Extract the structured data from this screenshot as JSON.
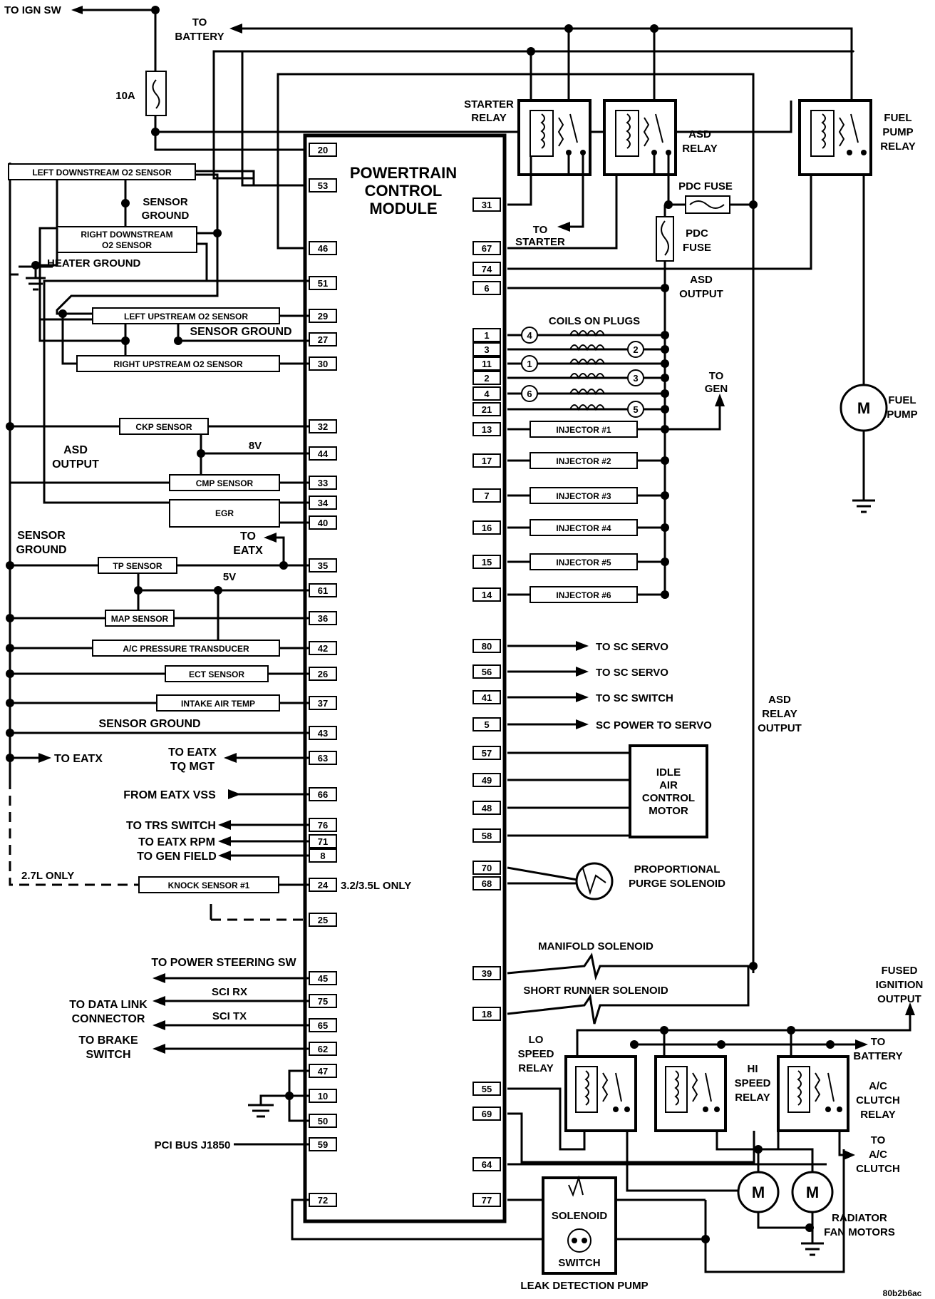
{
  "module": {
    "title_lines": [
      "POWERTRAIN",
      "CONTROL",
      "MODULE"
    ]
  },
  "top": {
    "to_ign_sw": "TO IGN SW",
    "to_battery_lines": [
      "TO",
      "BATTERY"
    ],
    "fuse_10a": "10A",
    "starter_relay_lines": [
      "STARTER",
      "RELAY"
    ],
    "asd_relay_lines": [
      "ASD",
      "RELAY"
    ],
    "fuel_pump_relay_lines": [
      "FUEL",
      "PUMP",
      "RELAY"
    ],
    "pdc_fuse_1": "PDC FUSE",
    "pdc_fuse_2_lines": [
      "PDC",
      "FUSE"
    ],
    "to_starter_lines": [
      "TO",
      "STARTER"
    ],
    "asd_output_lines": [
      "ASD",
      "OUTPUT"
    ],
    "fuel_pump_lines": [
      "FUEL",
      "PUMP"
    ],
    "motor_symbol": "M"
  },
  "left_labels": {
    "left_downstream_o2": "LEFT DOWNSTREAM O2 SENSOR",
    "sensor_ground_lines": [
      "SENSOR",
      "GROUND"
    ],
    "right_downstream_o2_lines": [
      "RIGHT DOWNSTREAM",
      "O2 SENSOR"
    ],
    "heater_ground": "HEATER GROUND",
    "left_upstream_o2": "LEFT UPSTREAM O2 SENSOR",
    "sensor_ground": "SENSOR GROUND",
    "right_upstream_o2": "RIGHT UPSTREAM O2 SENSOR",
    "ckp_sensor": "CKP SENSOR",
    "asd_output_lines": [
      "ASD",
      "OUTPUT"
    ],
    "v8": "8V",
    "cmp_sensor": "CMP SENSOR",
    "egr": "EGR",
    "sensor_ground_2_lines": [
      "SENSOR",
      "GROUND"
    ],
    "to_eatx_lines": [
      "TO",
      "EATX"
    ],
    "tp_sensor": "TP SENSOR",
    "v5": "5V",
    "map_sensor": "MAP SENSOR",
    "ac_pressure": "A/C PRESSURE TRANSDUCER",
    "ect_sensor": "ECT SENSOR",
    "intake_air_temp": "INTAKE AIR TEMP",
    "sensor_ground_3": "SENSOR GROUND",
    "to_eatx": "TO EATX",
    "to_eatx_tq_lines": [
      "TO EATX",
      "TQ MGT"
    ],
    "from_eatx_vss": "FROM EATX VSS",
    "to_trs_switch": "TO TRS SWITCH",
    "to_eatx_rpm": "TO EATX RPM",
    "to_gen_field": "TO GEN FIELD",
    "only_27l": "2.7L ONLY",
    "knock_sensor": "KNOCK SENSOR #1",
    "only_32_35l": "3.2/3.5L ONLY",
    "to_power_steering": "TO POWER STEERING SW",
    "sci_rx": "SCI RX",
    "to_data_link_lines": [
      "TO DATA LINK",
      "CONNECTOR"
    ],
    "sci_tx": "SCI TX",
    "to_brake_lines": [
      "TO BRAKE",
      "SWITCH"
    ],
    "pci_bus": "PCI BUS J1850"
  },
  "right_labels": {
    "coils_on_plugs": "COILS ON PLUGS",
    "coil_numbers_left": [
      "4",
      "1",
      "6"
    ],
    "coil_numbers_right": [
      "2",
      "3",
      "5"
    ],
    "to_gen_lines": [
      "TO",
      "GEN"
    ],
    "injectors": [
      "INJECTOR #1",
      "INJECTOR #2",
      "INJECTOR #3",
      "INJECTOR #4",
      "INJECTOR #5",
      "INJECTOR #6"
    ],
    "to_sc_servo_1": "TO SC SERVO",
    "to_sc_servo_2": "TO SC SERVO",
    "to_sc_switch": "TO SC SWITCH",
    "sc_power_to_servo": "SC POWER TO SERVO",
    "asd_relay_output_lines": [
      "ASD",
      "RELAY",
      "OUTPUT"
    ],
    "idle_air_lines": [
      "IDLE",
      "AIR",
      "CONTROL",
      "MOTOR"
    ],
    "purge_lines": [
      "PROPORTIONAL",
      "PURGE SOLENOID"
    ],
    "manifold_solenoid": "MANIFOLD SOLENOID",
    "short_runner_solenoid": "SHORT RUNNER SOLENOID",
    "fused_ignition_lines": [
      "FUSED",
      "IGNITION",
      "OUTPUT"
    ],
    "lo_speed_relay_lines": [
      "LO",
      "SPEED",
      "RELAY"
    ],
    "hi_speed_relay_lines": [
      "HI",
      "SPEED",
      "RELAY"
    ],
    "to_battery_lines": [
      "TO",
      "BATTERY"
    ],
    "ac_clutch_relay_lines": [
      "A/C",
      "CLUTCH",
      "RELAY"
    ],
    "to_ac_clutch_lines": [
      "TO",
      "A/C",
      "CLUTCH"
    ],
    "radiator_fan_lines": [
      "RADIATOR",
      "FAN MOTORS"
    ],
    "solenoid": "SOLENOID",
    "switch": "SWITCH",
    "leak_detection_pump": "LEAK DETECTION PUMP",
    "ref_code": "80b2b6ac"
  },
  "pins_left": [
    "20",
    "53",
    "46",
    "51",
    "29",
    "27",
    "30",
    "32",
    "44",
    "33",
    "34",
    "40",
    "35",
    "61",
    "36",
    "42",
    "26",
    "37",
    "43",
    "63",
    "66",
    "76",
    "71",
    "8",
    "24",
    "25",
    "45",
    "75",
    "65",
    "62",
    "47",
    "10",
    "50",
    "59",
    "72"
  ],
  "pins_right": [
    "31",
    "67",
    "74",
    "6",
    "1",
    "3",
    "11",
    "2",
    "4",
    "21",
    "13",
    "17",
    "7",
    "16",
    "15",
    "14",
    "80",
    "56",
    "41",
    "5",
    "57",
    "49",
    "48",
    "58",
    "70",
    "68",
    "39",
    "18",
    "55",
    "69",
    "64",
    "77"
  ]
}
